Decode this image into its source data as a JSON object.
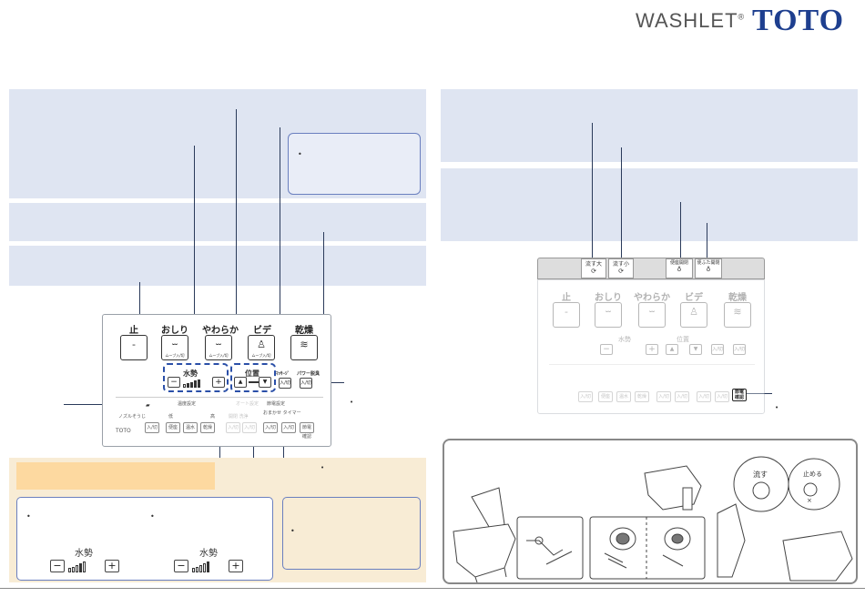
{
  "brand": {
    "washlet": "WASHLET",
    "reg": "®",
    "toto": "TOTO"
  },
  "panel_left": {
    "buttons": [
      {
        "label": "止",
        "sub": ""
      },
      {
        "label": "おしり",
        "sub": "ムーブ入/切"
      },
      {
        "label": "やわらか",
        "sub": "ムーブ入/切"
      },
      {
        "label": "ビデ",
        "sub": "ムーブ入/切"
      },
      {
        "label": "乾燥",
        "sub": ""
      }
    ],
    "water_label": "水勢",
    "position_label": "位置",
    "massage_label": "ﾏｯｻｰｼﾞ",
    "power_label": "パワー脱臭",
    "onoff": "入/切",
    "minus": "−",
    "plus": "+",
    "up": "▲",
    "down": "▼",
    "brand_small": "TOTO",
    "nozzle": "ノズルそうじ",
    "temp_setting": "温度設定",
    "temp_scale_low": "低",
    "temp_scale_high": "高",
    "seat": "便座",
    "water": "温水",
    "auto_setting": "オート設定",
    "auto_sub": "開閉 洗浄",
    "eco_setting": "節電設定",
    "eco_sub": "おまかせ タイマー",
    "eco_label": "節電 確認"
  },
  "panel_right": {
    "top_buttons": [
      {
        "label": "流す大",
        "icon": "⟳"
      },
      {
        "label": "流す小",
        "icon": "⟳"
      },
      {
        "label": "便座開閉",
        "icon": "♁"
      },
      {
        "label": "便ふた開閉",
        "icon": "♁"
      }
    ]
  },
  "bottom_left_water": {
    "label": "水勢",
    "minus": "−",
    "plus": "+"
  },
  "illustration": {
    "flush_label": "流す",
    "stop_label": "止める",
    "x_mark": "×"
  },
  "colors": {
    "blue_box": "#dfe5f2",
    "beige_box": "#f8ecd5",
    "orange_box": "#fdd9a0",
    "dash": "#2a4fa8",
    "toto": "#1e3f8f"
  }
}
